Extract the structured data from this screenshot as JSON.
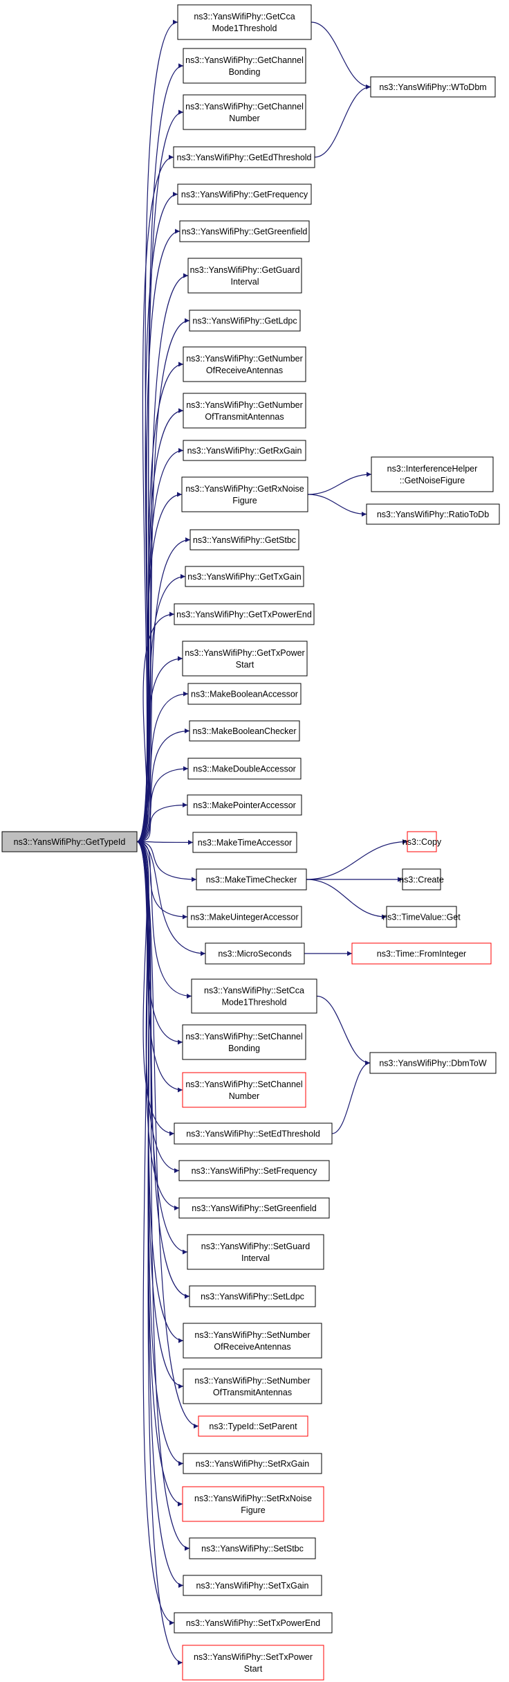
{
  "colors": {
    "edge": "#191970",
    "node_border": "#000000",
    "node_border_undocumented": "#ff0000",
    "root_fill": "#bfbfbf",
    "node_fill": "#ffffff"
  },
  "nodes": [
    {
      "id": "root",
      "lines": [
        "ns3::YansWifiPhy::GetTypeId"
      ],
      "root": true
    },
    {
      "id": "n1",
      "lines": [
        "ns3::YansWifiPhy::GetCca",
        "Mode1Threshold"
      ]
    },
    {
      "id": "n2",
      "lines": [
        "ns3::YansWifiPhy::GetChannel",
        "Bonding"
      ]
    },
    {
      "id": "n3",
      "lines": [
        "ns3::YansWifiPhy::GetChannel",
        "Number"
      ]
    },
    {
      "id": "n4",
      "lines": [
        "ns3::YansWifiPhy::GetEdThreshold"
      ]
    },
    {
      "id": "n5",
      "lines": [
        "ns3::YansWifiPhy::GetFrequency"
      ]
    },
    {
      "id": "n6",
      "lines": [
        "ns3::YansWifiPhy::GetGreenfield"
      ]
    },
    {
      "id": "n7",
      "lines": [
        "ns3::YansWifiPhy::GetGuard",
        "Interval"
      ]
    },
    {
      "id": "n8",
      "lines": [
        "ns3::YansWifiPhy::GetLdpc"
      ]
    },
    {
      "id": "n9",
      "lines": [
        "ns3::YansWifiPhy::GetNumber",
        "OfReceiveAntennas"
      ]
    },
    {
      "id": "n10",
      "lines": [
        "ns3::YansWifiPhy::GetNumber",
        "OfTransmitAntennas"
      ]
    },
    {
      "id": "n11",
      "lines": [
        "ns3::YansWifiPhy::GetRxGain"
      ]
    },
    {
      "id": "n12",
      "lines": [
        "ns3::YansWifiPhy::GetRxNoise",
        "Figure"
      ]
    },
    {
      "id": "n13",
      "lines": [
        "ns3::YansWifiPhy::GetStbc"
      ]
    },
    {
      "id": "n14",
      "lines": [
        "ns3::YansWifiPhy::GetTxGain"
      ]
    },
    {
      "id": "n15",
      "lines": [
        "ns3::YansWifiPhy::GetTxPowerEnd"
      ]
    },
    {
      "id": "n16",
      "lines": [
        "ns3::YansWifiPhy::GetTxPower",
        "Start"
      ]
    },
    {
      "id": "n17",
      "lines": [
        "ns3::MakeBooleanAccessor"
      ]
    },
    {
      "id": "n18",
      "lines": [
        "ns3::MakeBooleanChecker"
      ]
    },
    {
      "id": "n19",
      "lines": [
        "ns3::MakeDoubleAccessor"
      ]
    },
    {
      "id": "n20",
      "lines": [
        "ns3::MakePointerAccessor"
      ]
    },
    {
      "id": "n21",
      "lines": [
        "ns3::MakeTimeAccessor"
      ]
    },
    {
      "id": "n22",
      "lines": [
        "ns3::MakeTimeChecker"
      ]
    },
    {
      "id": "n23",
      "lines": [
        "ns3::MakeUintegerAccessor"
      ]
    },
    {
      "id": "n24",
      "lines": [
        "ns3::MicroSeconds"
      ]
    },
    {
      "id": "n25",
      "lines": [
        "ns3::YansWifiPhy::SetCca",
        "Mode1Threshold"
      ]
    },
    {
      "id": "n26",
      "lines": [
        "ns3::YansWifiPhy::SetChannel",
        "Bonding"
      ]
    },
    {
      "id": "n27",
      "lines": [
        "ns3::YansWifiPhy::SetChannel",
        "Number"
      ],
      "red": true
    },
    {
      "id": "n28",
      "lines": [
        "ns3::YansWifiPhy::SetEdThreshold"
      ]
    },
    {
      "id": "n29",
      "lines": [
        "ns3::YansWifiPhy::SetFrequency"
      ]
    },
    {
      "id": "n30",
      "lines": [
        "ns3::YansWifiPhy::SetGreenfield"
      ]
    },
    {
      "id": "n31",
      "lines": [
        "ns3::YansWifiPhy::SetGuard",
        "Interval"
      ]
    },
    {
      "id": "n32",
      "lines": [
        "ns3::YansWifiPhy::SetLdpc"
      ]
    },
    {
      "id": "n33",
      "lines": [
        "ns3::YansWifiPhy::SetNumber",
        "OfReceiveAntennas"
      ]
    },
    {
      "id": "n34",
      "lines": [
        "ns3::YansWifiPhy::SetNumber",
        "OfTransmitAntennas"
      ]
    },
    {
      "id": "n35",
      "lines": [
        "ns3::TypeId::SetParent"
      ],
      "red": true
    },
    {
      "id": "n36",
      "lines": [
        "ns3::YansWifiPhy::SetRxGain"
      ]
    },
    {
      "id": "n37",
      "lines": [
        "ns3::YansWifiPhy::SetRxNoise",
        "Figure"
      ],
      "red": true
    },
    {
      "id": "n38",
      "lines": [
        "ns3::YansWifiPhy::SetStbc"
      ]
    },
    {
      "id": "n39",
      "lines": [
        "ns3::YansWifiPhy::SetTxGain"
      ]
    },
    {
      "id": "n40",
      "lines": [
        "ns3::YansWifiPhy::SetTxPowerEnd"
      ]
    },
    {
      "id": "n41",
      "lines": [
        "ns3::YansWifiPhy::SetTxPower",
        "Start"
      ],
      "red": true
    },
    {
      "id": "w1",
      "lines": [
        "ns3::YansWifiPhy::WToDbm"
      ]
    },
    {
      "id": "w2",
      "lines": [
        "ns3::InterferenceHelper",
        "::GetNoiseFigure"
      ]
    },
    {
      "id": "w3",
      "lines": [
        "ns3::YansWifiPhy::RatioToDb"
      ]
    },
    {
      "id": "w4",
      "lines": [
        "ns3::Copy"
      ],
      "red": true
    },
    {
      "id": "w5",
      "lines": [
        "ns3::Create"
      ]
    },
    {
      "id": "w6",
      "lines": [
        "ns3::TimeValue::Get"
      ]
    },
    {
      "id": "w7",
      "lines": [
        "ns3::Time::FromInteger"
      ],
      "red": true
    },
    {
      "id": "w8",
      "lines": [
        "ns3::YansWifiPhy::DbmToW"
      ]
    }
  ],
  "edges": [
    [
      "root",
      "n1"
    ],
    [
      "root",
      "n2"
    ],
    [
      "root",
      "n3"
    ],
    [
      "root",
      "n4"
    ],
    [
      "root",
      "n5"
    ],
    [
      "root",
      "n6"
    ],
    [
      "root",
      "n7"
    ],
    [
      "root",
      "n8"
    ],
    [
      "root",
      "n9"
    ],
    [
      "root",
      "n10"
    ],
    [
      "root",
      "n11"
    ],
    [
      "root",
      "n12"
    ],
    [
      "root",
      "n13"
    ],
    [
      "root",
      "n14"
    ],
    [
      "root",
      "n15"
    ],
    [
      "root",
      "n16"
    ],
    [
      "root",
      "n17"
    ],
    [
      "root",
      "n18"
    ],
    [
      "root",
      "n19"
    ],
    [
      "root",
      "n20"
    ],
    [
      "root",
      "n21"
    ],
    [
      "root",
      "n22"
    ],
    [
      "root",
      "n23"
    ],
    [
      "root",
      "n24"
    ],
    [
      "root",
      "n25"
    ],
    [
      "root",
      "n26"
    ],
    [
      "root",
      "n27"
    ],
    [
      "root",
      "n28"
    ],
    [
      "root",
      "n29"
    ],
    [
      "root",
      "n30"
    ],
    [
      "root",
      "n31"
    ],
    [
      "root",
      "n32"
    ],
    [
      "root",
      "n33"
    ],
    [
      "root",
      "n34"
    ],
    [
      "root",
      "n35"
    ],
    [
      "root",
      "n36"
    ],
    [
      "root",
      "n37"
    ],
    [
      "root",
      "n38"
    ],
    [
      "root",
      "n39"
    ],
    [
      "root",
      "n40"
    ],
    [
      "root",
      "n41"
    ],
    [
      "n1",
      "w1"
    ],
    [
      "n4",
      "w1"
    ],
    [
      "n12",
      "w2"
    ],
    [
      "n12",
      "w3"
    ],
    [
      "n22",
      "w4"
    ],
    [
      "n22",
      "w5"
    ],
    [
      "n22",
      "w6"
    ],
    [
      "n24",
      "w7"
    ],
    [
      "n25",
      "w8"
    ],
    [
      "n28",
      "w8"
    ]
  ]
}
